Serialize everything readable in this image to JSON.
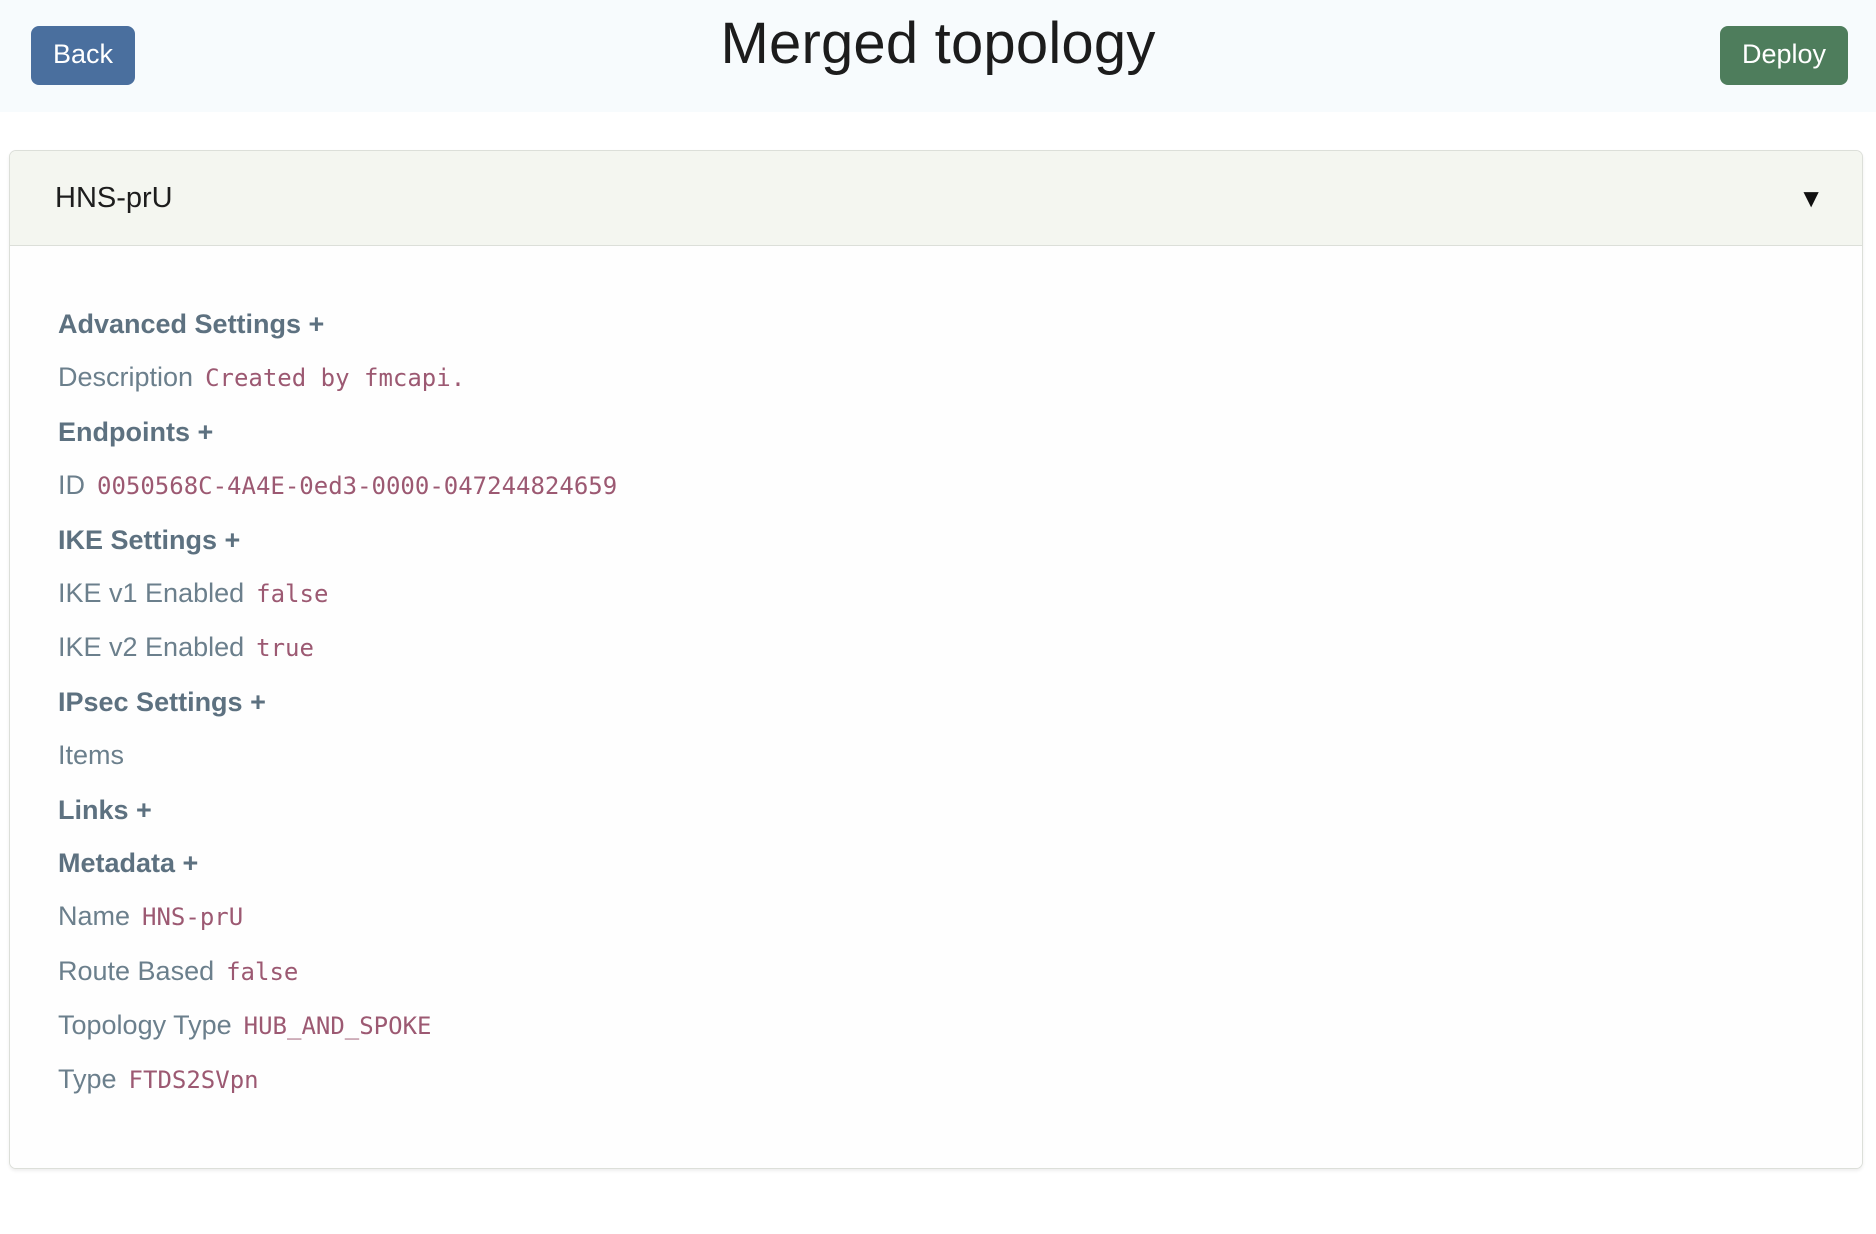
{
  "topbar": {
    "back_label": "Back",
    "title": "Merged topology",
    "deploy_label": "Deploy",
    "back_color": "#4a6f9e",
    "deploy_color": "#4e7d5c",
    "background": "#f7fbfd"
  },
  "accordion": {
    "header_title": "HNS-prU",
    "chevron_icon": "▼",
    "header_background": "#f4f6f0",
    "expanded": true
  },
  "details": {
    "rows": [
      {
        "kind": "heading",
        "label": "Advanced Settings +"
      },
      {
        "kind": "kv",
        "label": "Description",
        "value": "Created by fmcapi."
      },
      {
        "kind": "heading",
        "label": "Endpoints +"
      },
      {
        "kind": "kv",
        "label": "ID",
        "value": "0050568C-4A4E-0ed3-0000-047244824659"
      },
      {
        "kind": "heading",
        "label": "IKE Settings +"
      },
      {
        "kind": "kv",
        "label": "IKE v1 Enabled",
        "value": "false"
      },
      {
        "kind": "kv",
        "label": "IKE v2 Enabled",
        "value": "true"
      },
      {
        "kind": "heading",
        "label": "IPsec Settings +"
      },
      {
        "kind": "kv",
        "label": "Items",
        "value": ""
      },
      {
        "kind": "heading",
        "label": "Links +"
      },
      {
        "kind": "heading",
        "label": "Metadata +"
      },
      {
        "kind": "kv",
        "label": "Name",
        "value": "HNS-prU"
      },
      {
        "kind": "kv",
        "label": "Route Based",
        "value": "false"
      },
      {
        "kind": "kv",
        "label": "Topology Type",
        "value": "HUB_AND_SPOKE"
      },
      {
        "kind": "kv",
        "label": "Type",
        "value": "FTDS2SVpn"
      }
    ],
    "label_color": "#6b7f8c",
    "value_color": "#9c5972",
    "heading_color": "#5d7180"
  }
}
